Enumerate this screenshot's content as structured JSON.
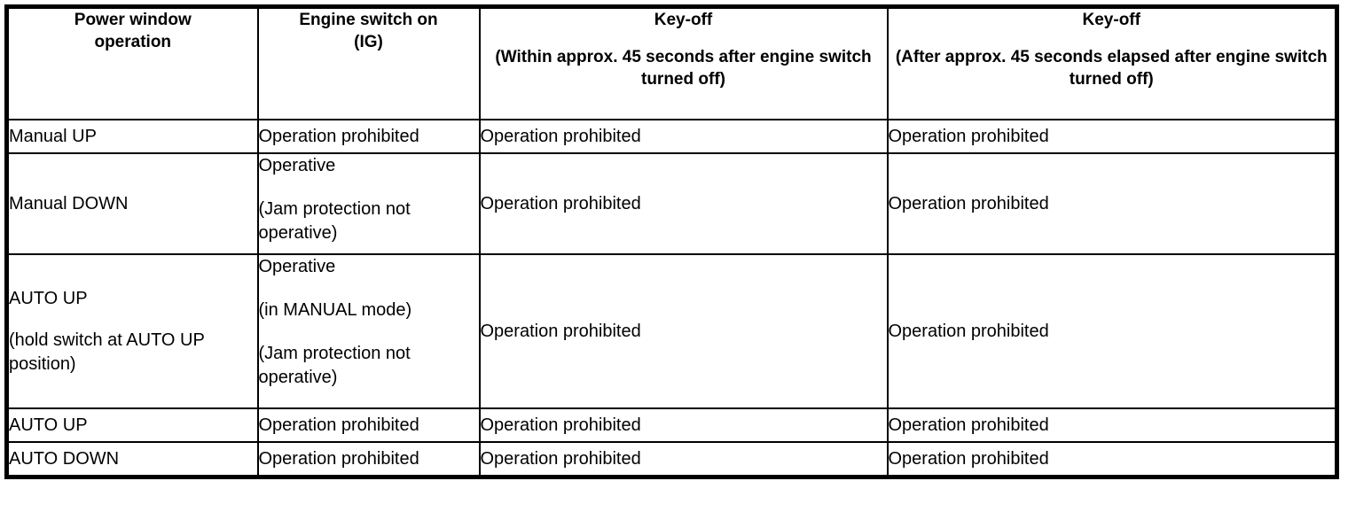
{
  "table": {
    "headers": [
      {
        "main": "Power window",
        "main2": "operation",
        "sub": ""
      },
      {
        "main": "Engine switch on",
        "main2": "(IG)",
        "sub": ""
      },
      {
        "main": "Key-off",
        "main2": "",
        "sub": "(Within approx. 45 seconds after engine switch turned off)"
      },
      {
        "main": "Key-off",
        "main2": "",
        "sub": "(After approx. 45 seconds elapsed after engine switch turned off)"
      }
    ],
    "rows": [
      {
        "operation_lines": [
          "Manual UP"
        ],
        "engine_switch_on_lines": [
          "Operation prohibited"
        ],
        "key_off_within_lines": [
          "Operation prohibited"
        ],
        "key_off_after_lines": [
          "Operation prohibited"
        ]
      },
      {
        "operation_lines": [
          "Manual DOWN"
        ],
        "engine_switch_on_lines": [
          "Operative",
          "(Jam protection not operative)"
        ],
        "key_off_within_lines": [
          "Operation prohibited"
        ],
        "key_off_after_lines": [
          "Operation prohibited"
        ]
      },
      {
        "operation_lines": [
          "AUTO UP",
          "(hold switch at AUTO UP position)"
        ],
        "engine_switch_on_lines": [
          "Operative",
          "(in MANUAL mode)",
          "(Jam protection not operative)"
        ],
        "key_off_within_lines": [
          "Operation prohibited"
        ],
        "key_off_after_lines": [
          "Operation prohibited"
        ]
      },
      {
        "operation_lines": [
          "AUTO UP"
        ],
        "engine_switch_on_lines": [
          "Operation prohibited"
        ],
        "key_off_within_lines": [
          "Operation prohibited"
        ],
        "key_off_after_lines": [
          "Operation prohibited"
        ]
      },
      {
        "operation_lines": [
          "AUTO DOWN"
        ],
        "engine_switch_on_lines": [
          "Operation prohibited"
        ],
        "key_off_within_lines": [
          "Operation prohibited"
        ],
        "key_off_after_lines": [
          "Operation prohibited"
        ]
      }
    ]
  },
  "colors": {
    "border": "#000000",
    "background": "#ffffff",
    "text": "#000000"
  }
}
